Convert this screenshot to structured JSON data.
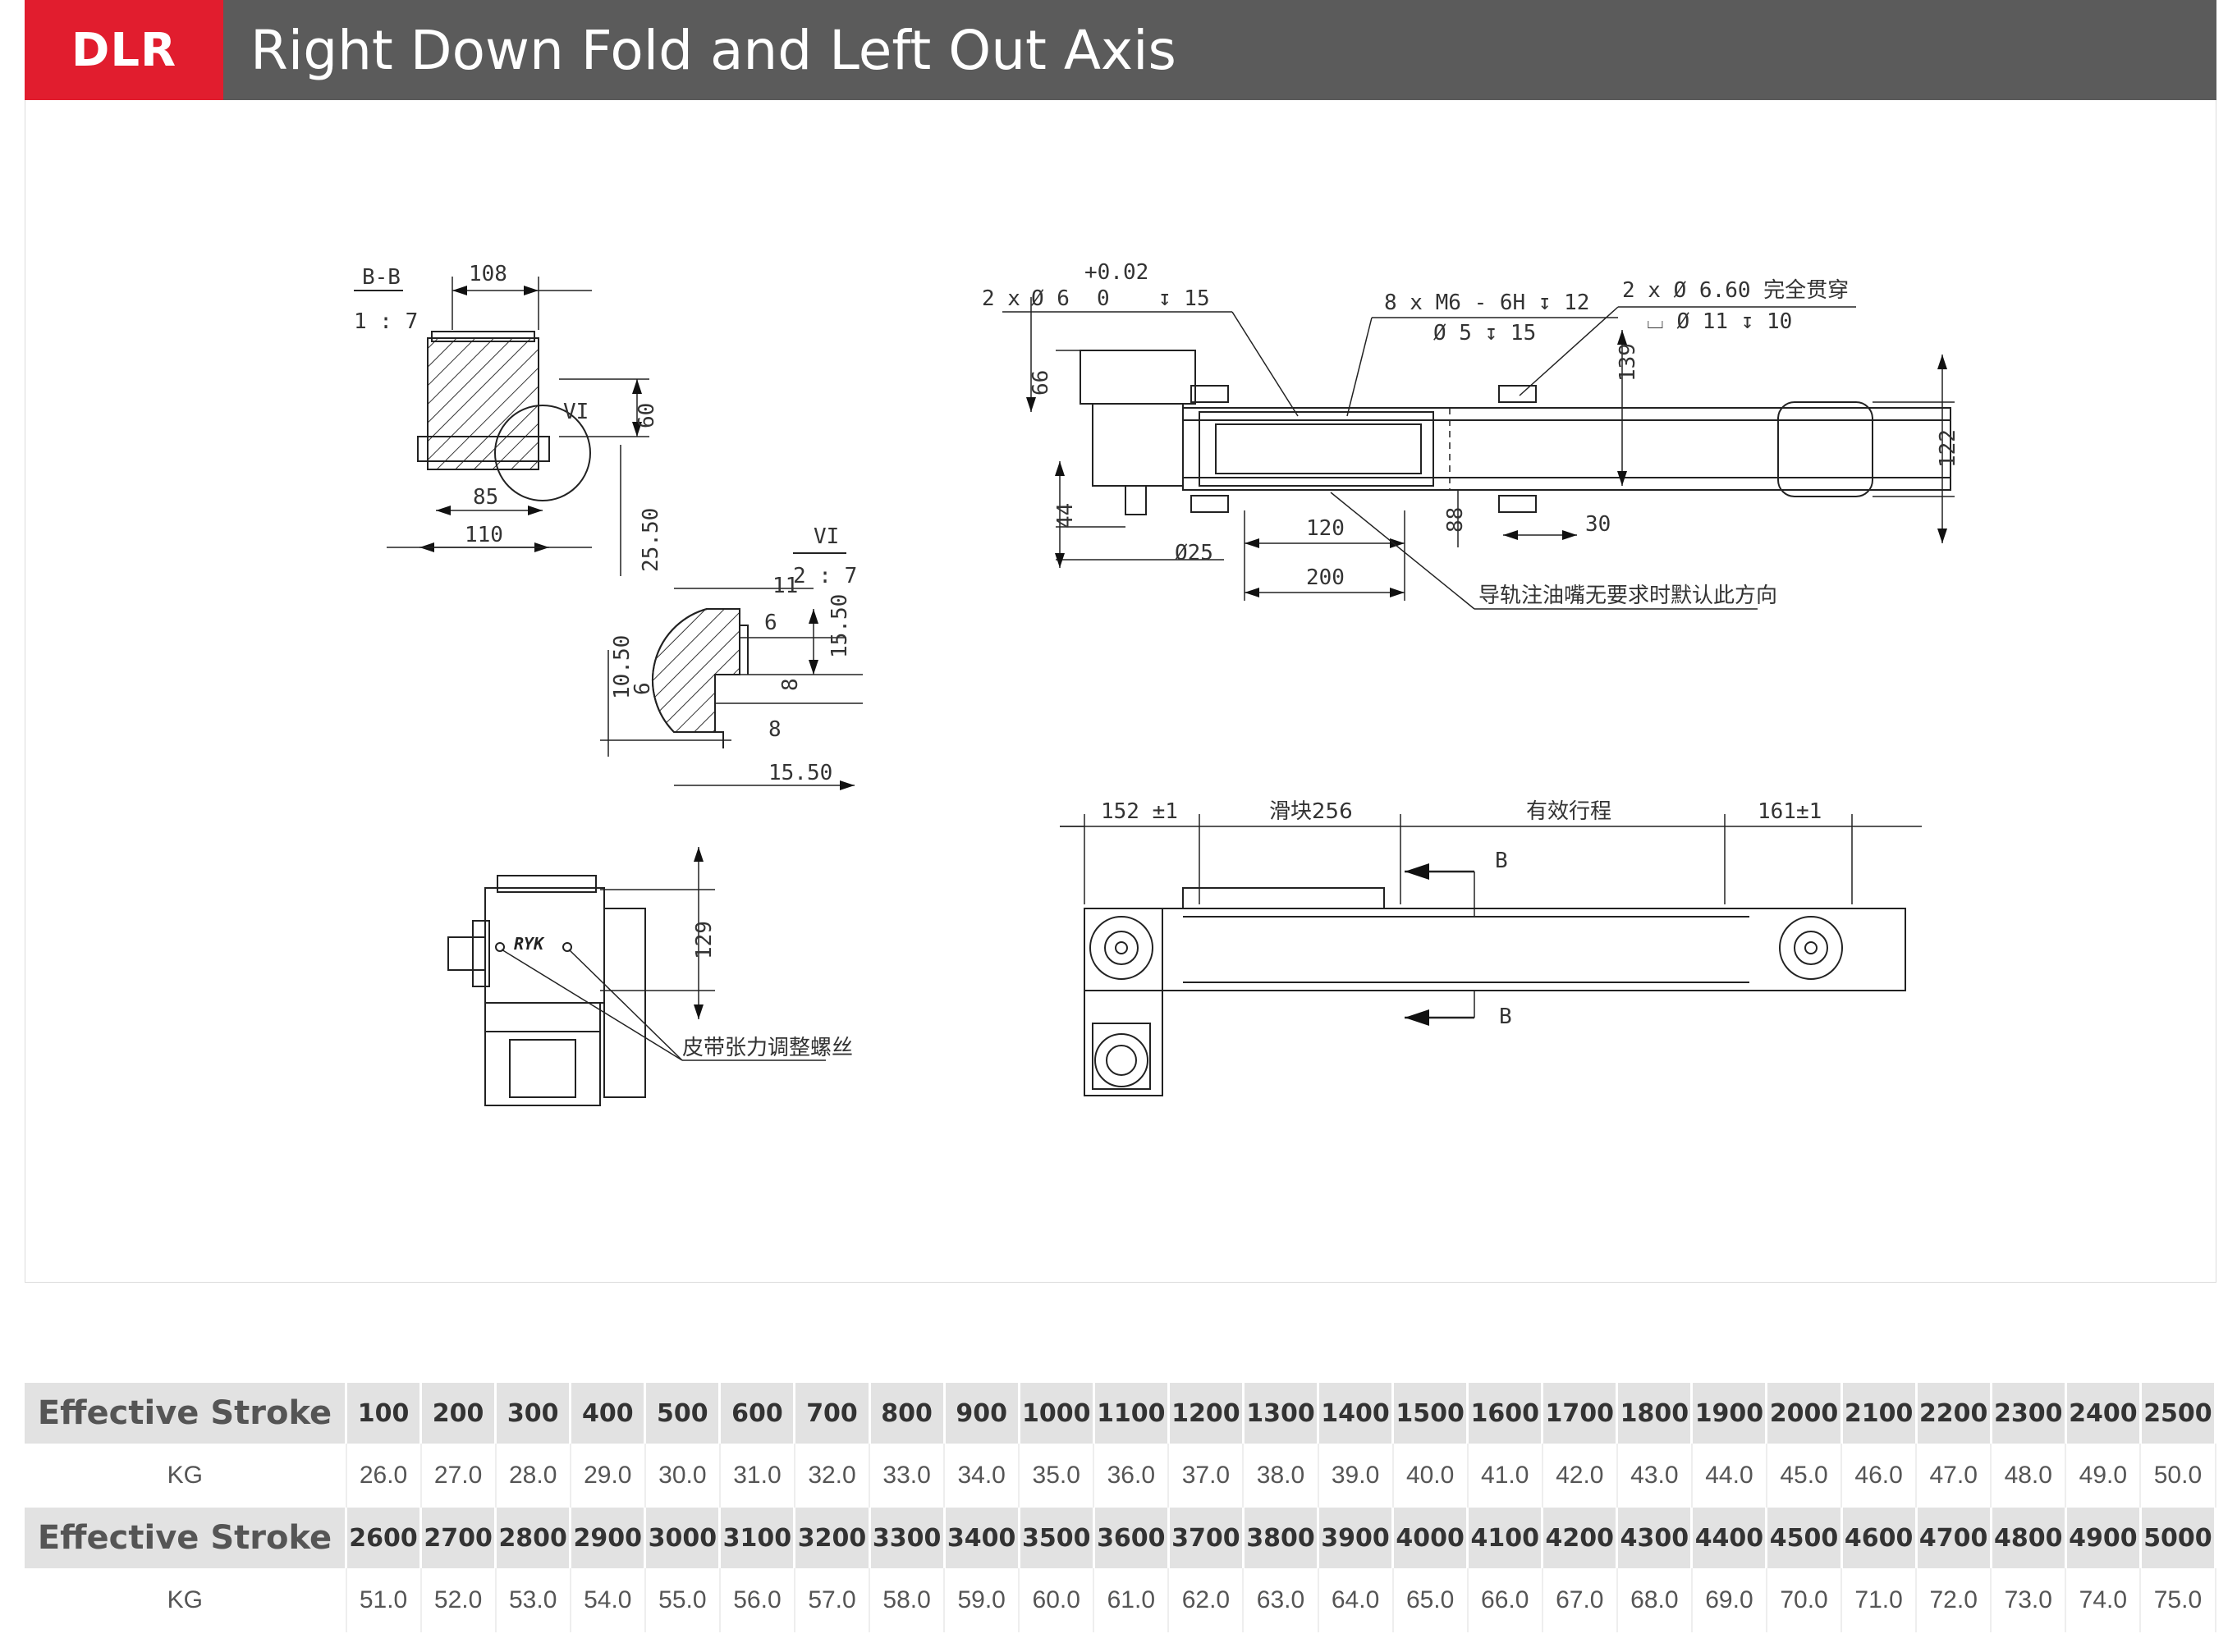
{
  "header": {
    "badge": "DLR",
    "title": "Right Down Fold and Left Out Axis"
  },
  "drawing": {
    "section": {
      "name": "B-B",
      "scale": "1 : 7",
      "d_108": "108",
      "d_60": "60",
      "d_85": "85",
      "d_110": "110",
      "d_25_50": "25.50",
      "detail_ref": "VI"
    },
    "detail": {
      "name": "VI",
      "scale": "2 : 7",
      "d_11": "11",
      "d_6a": "6",
      "d_15_50a": "15.50",
      "d_8a": "8",
      "d_10_50": "10.50",
      "d_6b": "6",
      "d_8b": "8",
      "d_15_50b": "15.50"
    },
    "end_view": {
      "d_129": "129",
      "logo": "RYK",
      "note": "皮带张力调整螺丝"
    },
    "top_view": {
      "tol": "+0.02",
      "hole1_a": "2 x",
      "hole1_b": "Ø 6",
      "hole1_c": "0",
      "hole1_d": "↧ 15",
      "thread_a": "8 x  M6 - 6H ↧ 12",
      "thread_b": "Ø 5 ↧ 15",
      "hole2_a": "2 x  Ø 6.60 完全贯穿",
      "hole2_b": "⌴ Ø 11 ↧ 10",
      "d_66": "66",
      "d_139": "139",
      "d_122": "122",
      "d_44": "44",
      "d_25": "Ø25",
      "d_120": "120",
      "d_200": "200",
      "d_88": "88",
      "d_30": "30",
      "note": "导轨注油嘴无要求时默认此方向"
    },
    "side_view": {
      "d_152": "152 ±1",
      "slider": "滑块256",
      "stroke": "有效行程",
      "d_161": "161±1",
      "sec_b_top": "B",
      "sec_b_bot": "B"
    }
  },
  "table": {
    "stroke_label": "Effective Stroke",
    "kg_label": "KG",
    "rows1_stroke": [
      "100",
      "200",
      "300",
      "400",
      "500",
      "600",
      "700",
      "800",
      "900",
      "1000",
      "1100",
      "1200",
      "1300",
      "1400",
      "1500",
      "1600",
      "1700",
      "1800",
      "1900",
      "2000",
      "2100",
      "2200",
      "2300",
      "2400",
      "2500"
    ],
    "rows1_kg": [
      "26.0",
      "27.0",
      "28.0",
      "29.0",
      "30.0",
      "31.0",
      "32.0",
      "33.0",
      "34.0",
      "35.0",
      "36.0",
      "37.0",
      "38.0",
      "39.0",
      "40.0",
      "41.0",
      "42.0",
      "43.0",
      "44.0",
      "45.0",
      "46.0",
      "47.0",
      "48.0",
      "49.0",
      "50.0"
    ],
    "rows2_stroke": [
      "2600",
      "2700",
      "2800",
      "2900",
      "3000",
      "3100",
      "3200",
      "3300",
      "3400",
      "3500",
      "3600",
      "3700",
      "3800",
      "3900",
      "4000",
      "4100",
      "4200",
      "4300",
      "4400",
      "4500",
      "4600",
      "4700",
      "4800",
      "4900",
      "5000"
    ],
    "rows2_kg": [
      "51.0",
      "52.0",
      "53.0",
      "54.0",
      "55.0",
      "56.0",
      "57.0",
      "58.0",
      "59.0",
      "60.0",
      "61.0",
      "62.0",
      "63.0",
      "64.0",
      "65.0",
      "66.0",
      "67.0",
      "68.0",
      "69.0",
      "70.0",
      "71.0",
      "72.0",
      "73.0",
      "74.0",
      "75.0"
    ]
  }
}
